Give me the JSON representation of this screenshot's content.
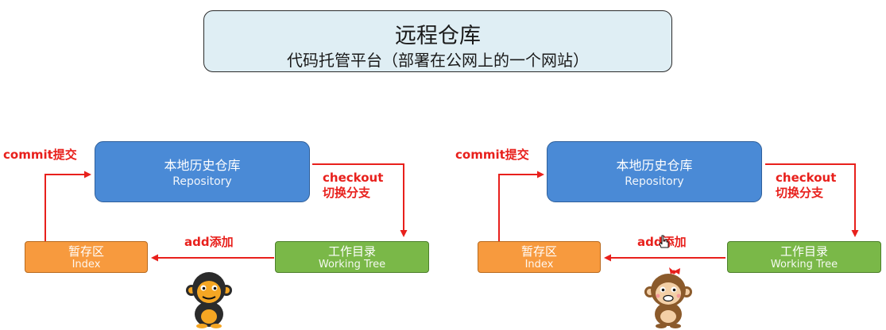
{
  "remote": {
    "title": "远程仓库",
    "subtitle": "代码托管平台（部署在公网上的一个网站）"
  },
  "panels": [
    {
      "repo": {
        "zh": "本地历史仓库",
        "en": "Repository"
      },
      "index": {
        "zh": "暂存区",
        "en": "Index"
      },
      "worktree": {
        "zh": "工作目录",
        "en": "Working Tree"
      },
      "commit_label": "commit提交",
      "checkout_label": "checkout",
      "checkout_sub": "切换分支",
      "add_label": "add添加",
      "mascot": "black-monkey-mascot"
    },
    {
      "repo": {
        "zh": "本地历史仓库",
        "en": "Repository"
      },
      "index": {
        "zh": "暂存区",
        "en": "Index"
      },
      "worktree": {
        "zh": "工作目录",
        "en": "Working Tree"
      },
      "commit_label": "commit提交",
      "checkout_label": "checkout",
      "checkout_sub": "切换分支",
      "add_label": "add添加",
      "mascot": "brown-monkey-mascot"
    }
  ],
  "colors": {
    "repo": "#4a8ad6",
    "index": "#f79a3e",
    "worktree": "#7ab848",
    "arrow": "#e8201c",
    "remote_bg": "#dfeef4"
  }
}
